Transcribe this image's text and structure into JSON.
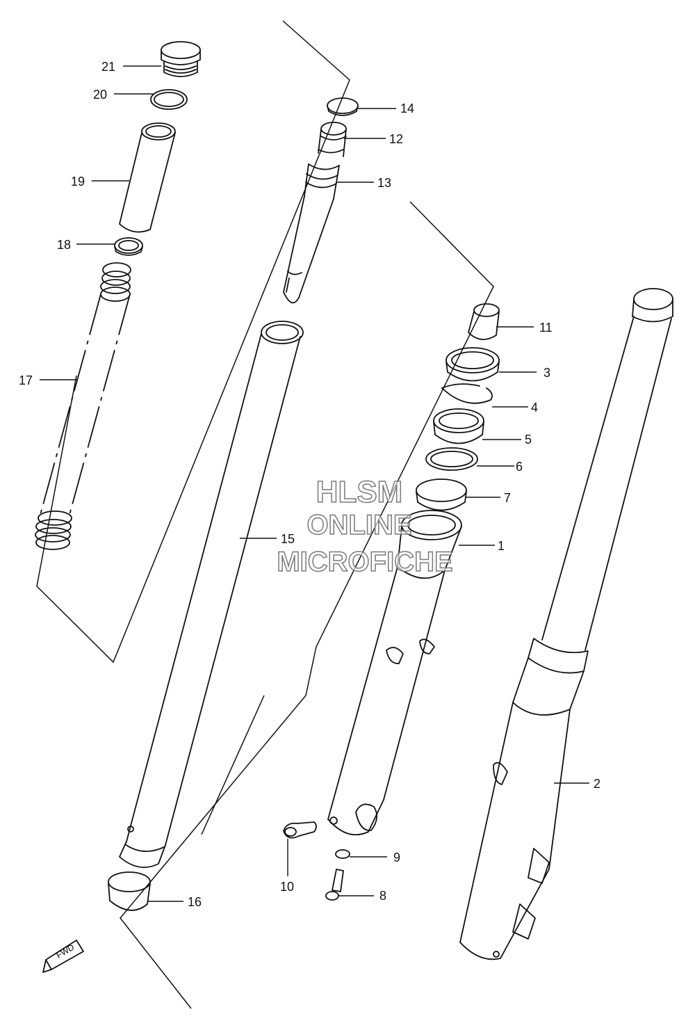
{
  "watermark": {
    "line1": "HLSM",
    "line2": "ONLINE",
    "line3": "MICROFICHE"
  },
  "fwd_label": "FWD",
  "callouts": [
    {
      "id": "c21",
      "label": "21"
    },
    {
      "id": "c20",
      "label": "20"
    },
    {
      "id": "c19",
      "label": "19"
    },
    {
      "id": "c18",
      "label": "18"
    },
    {
      "id": "c17",
      "label": "17"
    },
    {
      "id": "c14",
      "label": "14"
    },
    {
      "id": "c12",
      "label": "12"
    },
    {
      "id": "c13",
      "label": "13"
    },
    {
      "id": "c11",
      "label": "11"
    },
    {
      "id": "c3",
      "label": "3"
    },
    {
      "id": "c4",
      "label": "4"
    },
    {
      "id": "c5",
      "label": "5"
    },
    {
      "id": "c6",
      "label": "6"
    },
    {
      "id": "c7",
      "label": "7"
    },
    {
      "id": "c1",
      "label": "1"
    },
    {
      "id": "c15",
      "label": "15"
    },
    {
      "id": "c2",
      "label": "2"
    },
    {
      "id": "c9",
      "label": "9"
    },
    {
      "id": "c10",
      "label": "10"
    },
    {
      "id": "c8",
      "label": "8"
    },
    {
      "id": "c16",
      "label": "16"
    }
  ]
}
